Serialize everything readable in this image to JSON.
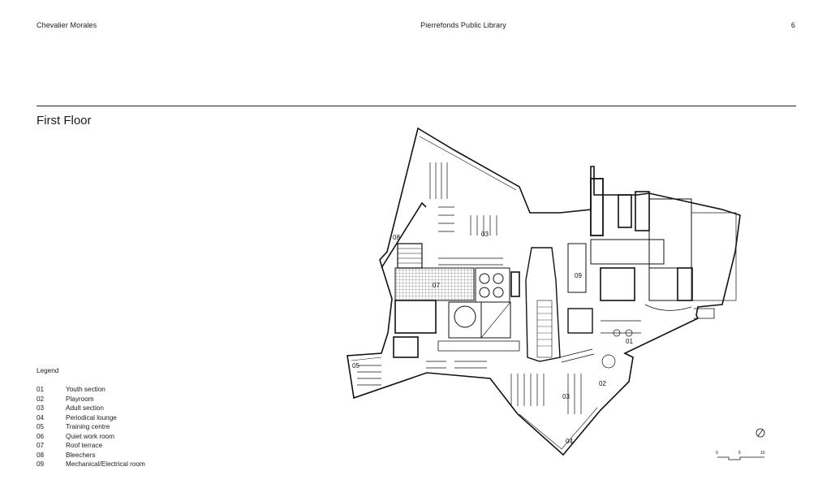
{
  "header": {
    "author": "Chevalier Morales",
    "project": "Pierrefonds Public Library",
    "page_number": "6"
  },
  "title": "First Floor",
  "legend": {
    "heading": "Legend",
    "items": [
      {
        "num": "01",
        "label": "Youth section"
      },
      {
        "num": "02",
        "label": "Playroom"
      },
      {
        "num": "03",
        "label": "Adult section"
      },
      {
        "num": "04",
        "label": "Periodical lounge"
      },
      {
        "num": "05",
        "label": "Training centre"
      },
      {
        "num": "06",
        "label": "Quiet work room"
      },
      {
        "num": "07",
        "label": "Roof terrace"
      },
      {
        "num": "08",
        "label": "Bleechers"
      },
      {
        "num": "09",
        "label": "Mechanical/Electrical room"
      }
    ]
  },
  "plan_labels": {
    "l01": "01",
    "l02": "02",
    "l03a": "03",
    "l03b": "03",
    "l04": "04",
    "l05": "05",
    "l07": "07",
    "l08": "08",
    "l09": "09"
  },
  "scale_bar": {
    "t0": "0",
    "t5": "5",
    "t10": "10"
  }
}
